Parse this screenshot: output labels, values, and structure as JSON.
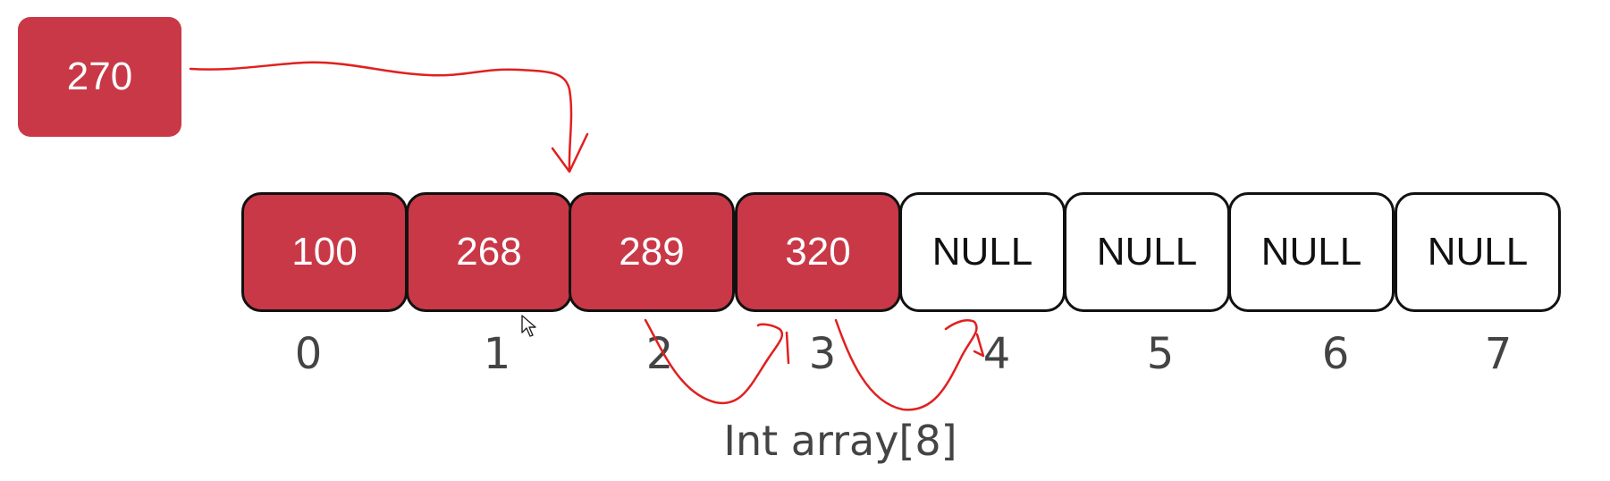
{
  "new_value": "270",
  "colors": {
    "filled": "#c93847",
    "empty": "#ffffff",
    "border": "#111111",
    "annotation": "#e0201f"
  },
  "array": {
    "cells": [
      {
        "value": "100",
        "index": "0",
        "filled": true
      },
      {
        "value": "268",
        "index": "1",
        "filled": true
      },
      {
        "value": "289",
        "index": "2",
        "filled": true
      },
      {
        "value": "320",
        "index": "3",
        "filled": true
      },
      {
        "value": "NULL",
        "index": "4",
        "filled": false
      },
      {
        "value": "NULL",
        "index": "5",
        "filled": false
      },
      {
        "value": "NULL",
        "index": "6",
        "filled": false
      },
      {
        "value": "NULL",
        "index": "7",
        "filled": false
      }
    ],
    "caption": "Int array[8]"
  }
}
